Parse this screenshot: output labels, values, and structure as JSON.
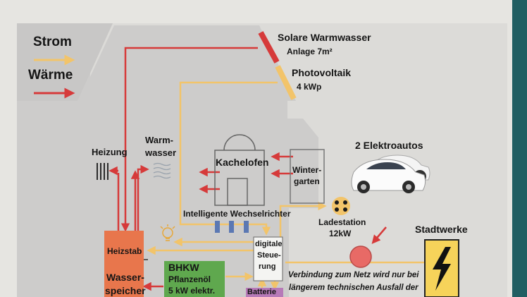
{
  "legend": {
    "strom": "Strom",
    "waerme": "Wärme"
  },
  "roof_labels": {
    "solar_line1": "Solare Warmwasser",
    "solar_line2": "Anlage 7m²",
    "pv_line1": "Photovoltaik",
    "pv_line2": "4 kWp"
  },
  "rooms": {
    "heizung": "Heizung",
    "warmwasser_line1": "Warm-",
    "warmwasser_line2": "wasser",
    "kachelofen": "Kachelofen",
    "wintergarten_line1": "Winter-",
    "wintergarten_line2": "garten"
  },
  "devices": {
    "wechselrichter": "Intelligente Wechselrichter",
    "heizstab": "Heizstab",
    "wasserspeicher_line1": "Wasser-",
    "wasserspeicher_line2": "speicher",
    "bhkw_line1": "BHKW",
    "bhkw_line2": "Pflanzenöl",
    "bhkw_line3": "5 kW elektr.",
    "steuerung_line1": "digitale",
    "steuerung_line2": "Steue-",
    "steuerung_line3": "rung",
    "batterie": "Batterie"
  },
  "mobility": {
    "elektroautos": "2 Elektroautos",
    "ladestation_line1": "Ladestation",
    "ladestation_line2": "12kW"
  },
  "grid": {
    "stadtwerke": "Stadtwerke",
    "note_line1": "Verbindung zum Netz wird nur bei",
    "note_line2": "längerem technischen Ausfall der"
  },
  "colors": {
    "strom": "#f2c46a",
    "waerme": "#d63a3a",
    "heizstab_box": "#e8764c",
    "bhkw_box": "#5fa84e",
    "batterie_box": "#b77ab8",
    "stadtwerke_box": "#f6d35a",
    "paper": "#e6e5e1",
    "house_shade": "#cdcccb"
  }
}
